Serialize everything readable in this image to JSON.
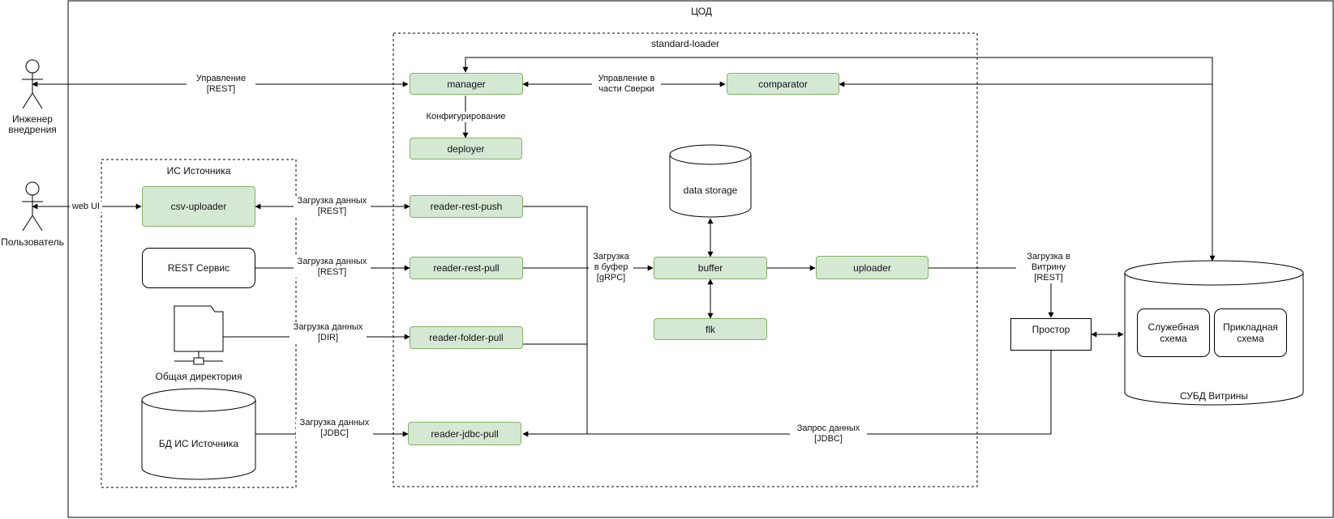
{
  "containers": {
    "cod": "ЦОД",
    "standard_loader": "standard-loader",
    "source_is": "ИС Источника"
  },
  "actors": {
    "engineer": "Инженер\nвнедрения",
    "user": "Пользователь"
  },
  "components": {
    "manager": "manager",
    "comparator": "comparator",
    "deployer": "deployer",
    "csv_uploader": "csv-uploader",
    "rest_service": "REST Сервис",
    "shared_dir": "Общая директория",
    "source_db": "БД ИС Источника",
    "reader_rest_push": "reader-rest-push",
    "reader_rest_pull": "reader-rest-pull",
    "reader_folder_pull": "reader-folder-pull",
    "reader_jdbc_pull": "reader-jdbc-pull",
    "data_storage": "data storage",
    "buffer": "buffer",
    "flk": "flk",
    "uploader": "uploader",
    "prostor": "Простор",
    "dbms": "СУБД Витрины",
    "service_schema": "Служебная\nсхема",
    "applied_schema": "Прикладная\nсхема"
  },
  "edges": {
    "management_rest": "Управление\n[REST]",
    "configuring": "Конфигурирование",
    "reconcile_mgmt": "Управление в\nчасти Сверки",
    "web_ui": "web UI",
    "load_rest_push": "Загрузка данных\n[REST]",
    "load_rest_pull": "Загрузка данных\n[REST]",
    "load_dir": "Загрузка данных\n[DIR]",
    "load_jdbc": "Загрузка данных\n[JDBC]",
    "load_buffer": "Загрузка\nв буфер\n[gRPC]",
    "load_vitrina": "Загрузка в\nВитрину\n[REST]",
    "data_request": "Запрос данных\n[JDBC]"
  }
}
